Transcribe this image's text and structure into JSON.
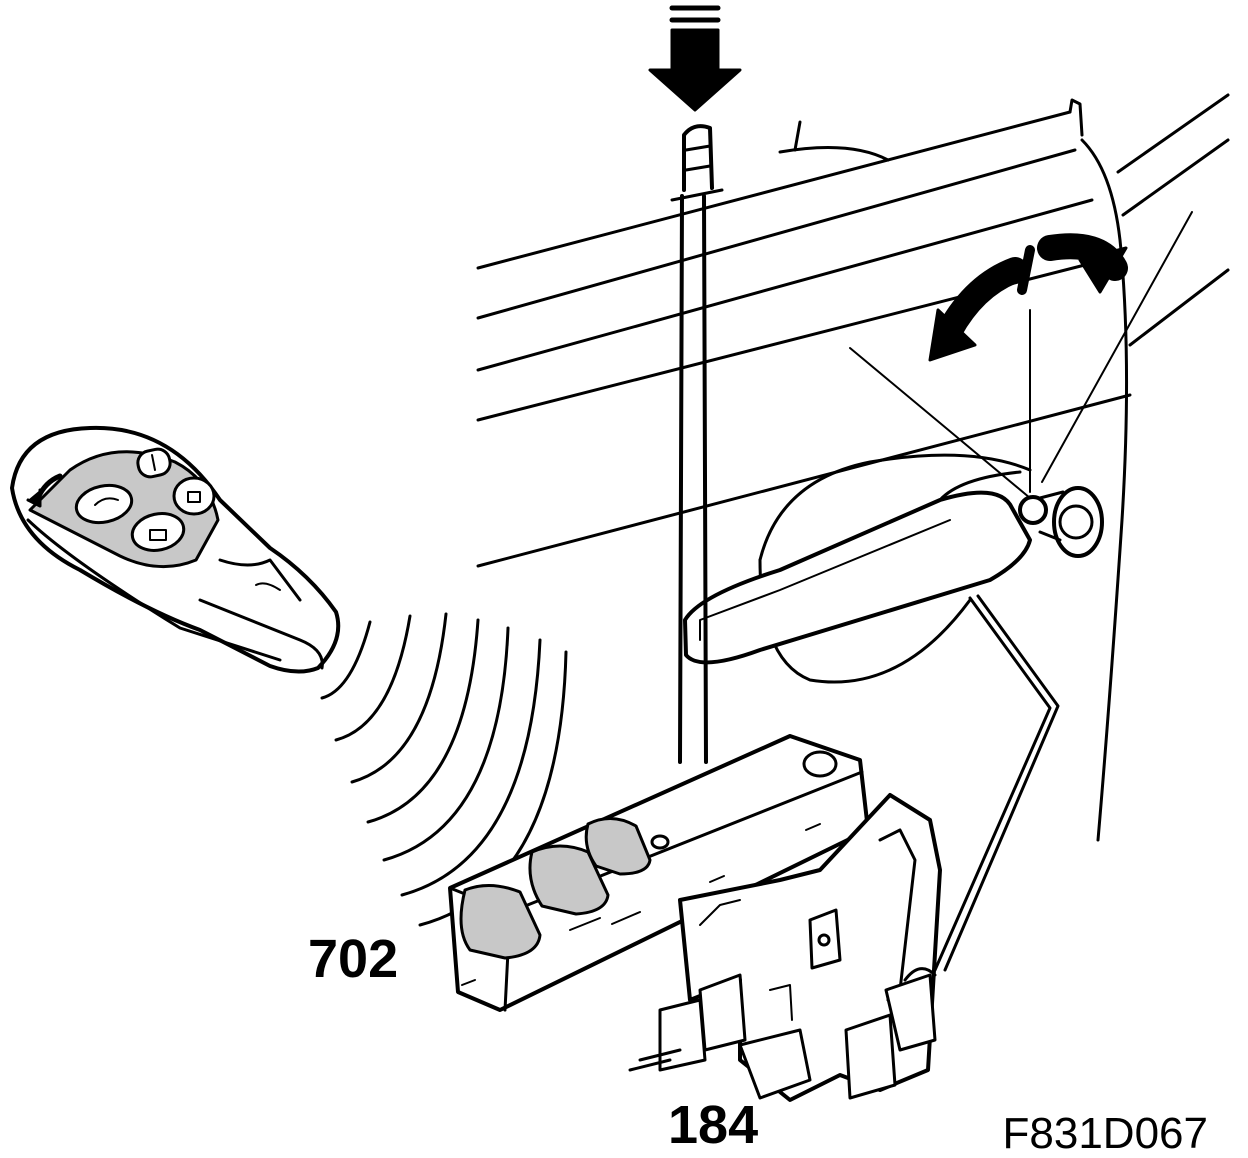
{
  "labels": {
    "window_switch_panel": "702",
    "lock_mechanism": "184"
  },
  "figure_code": "F831D067",
  "colors": {
    "line": "#000000",
    "background": "#ffffff",
    "shading": "#c8c8c8"
  }
}
